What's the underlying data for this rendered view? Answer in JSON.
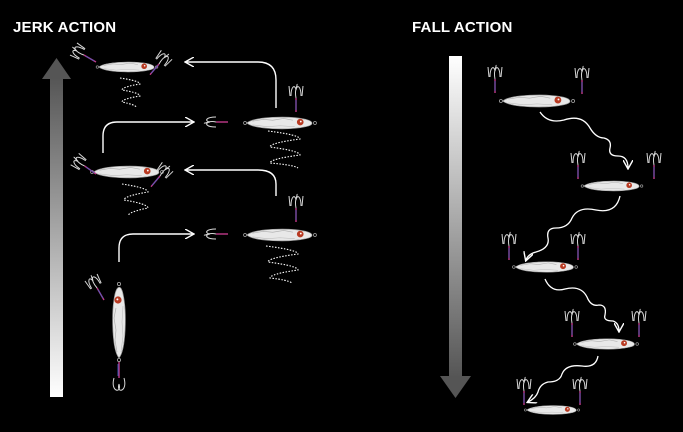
{
  "jerk_action": {
    "title": "JERK ACTION",
    "arrow_direction": "up"
  },
  "fall_action": {
    "title": "FALL ACTION",
    "arrow_direction": "down"
  },
  "colors": {
    "background": "#000000",
    "text": "#ffffff",
    "lure_body": "#e6e6e6",
    "lure_eye": "#b83a22",
    "hook_accent": "#c03a8a",
    "hook_blue": "#3f63c8"
  }
}
